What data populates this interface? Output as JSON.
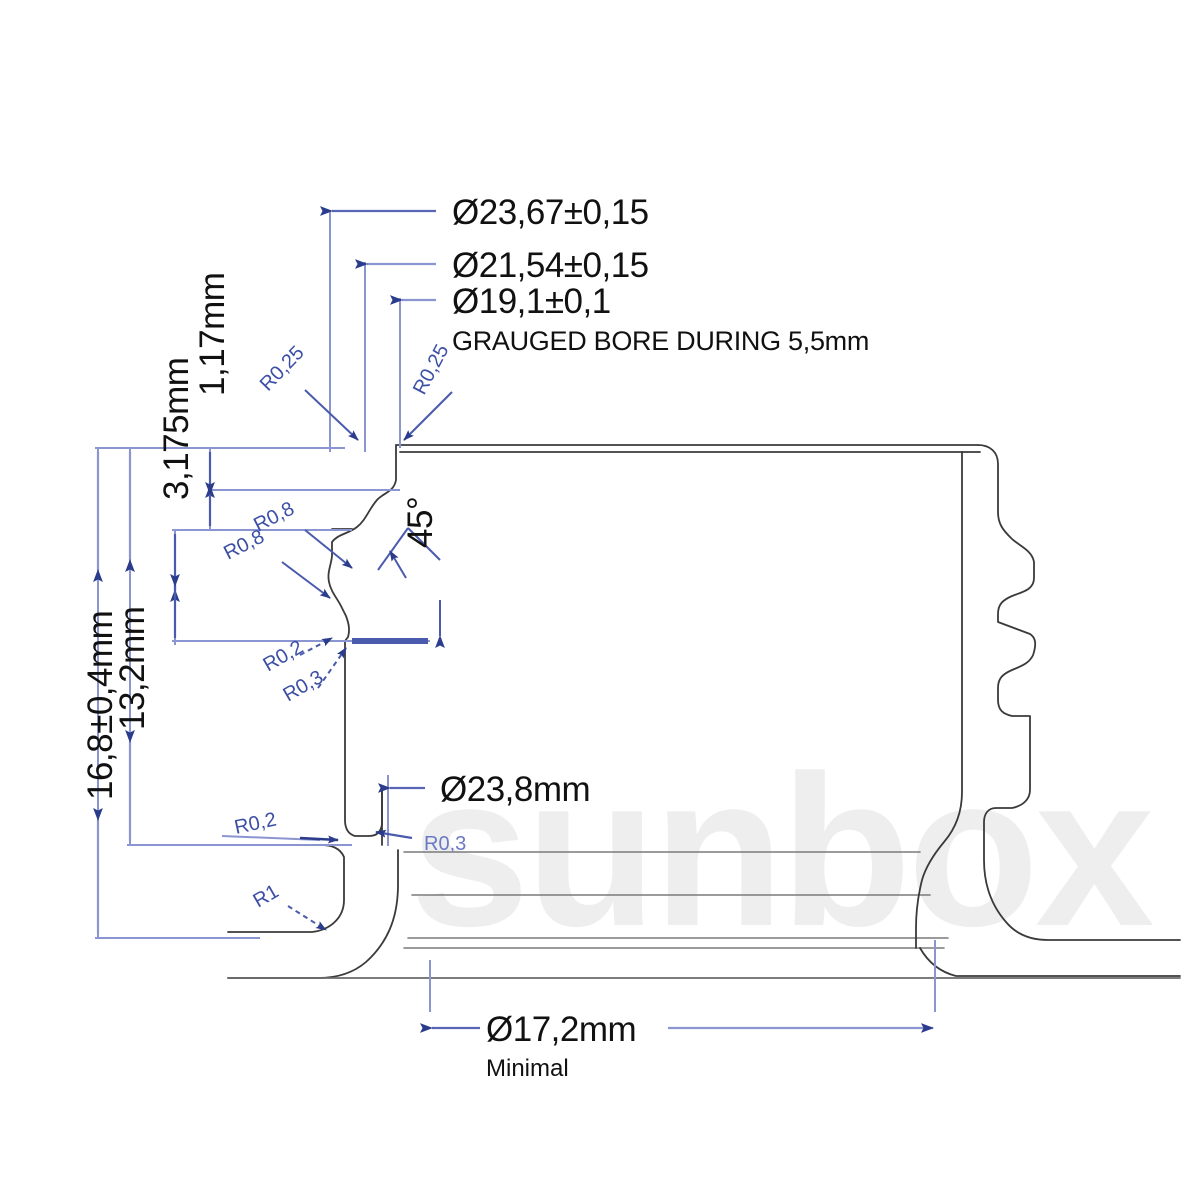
{
  "drawing": {
    "title": "Technical cross-section drawing of bottle neck / bore profile",
    "watermark": "sunbox",
    "units": "mm",
    "colors": {
      "dimension_line": "#8a95d2",
      "arrowhead": "#2b3c8c",
      "radius_label": "#3c4fa5",
      "part_outline": "#3a3a3a",
      "text": "#111111",
      "watermark": "#eeeeee",
      "background": "#ffffff"
    }
  },
  "dimensions": {
    "horizontal_top": [
      {
        "id": "d1",
        "label": "Ø23,67±0,15",
        "value": 23.67,
        "tolerance": 0.15,
        "symbol": "diameter"
      },
      {
        "id": "d2",
        "label": "Ø21,54±0,15",
        "value": 21.54,
        "tolerance": 0.15,
        "symbol": "diameter"
      },
      {
        "id": "d3",
        "label": "Ø19,1±0,1",
        "value": 19.1,
        "tolerance": 0.1,
        "symbol": "diameter"
      }
    ],
    "note_bore": "GRAUGED BORE DURING 5,5mm",
    "horizontal_mid": {
      "id": "d4",
      "label": "Ø23,8mm",
      "value": 23.8,
      "symbol": "diameter"
    },
    "horizontal_bottom": {
      "id": "d5",
      "label": "Ø17,2mm",
      "sublabel": "Minimal",
      "value": 17.2,
      "symbol": "diameter"
    },
    "vertical_left": [
      {
        "id": "v1",
        "label": "16,8±0,4mm",
        "value": 16.8,
        "tolerance": 0.4
      },
      {
        "id": "v2",
        "label": "13,2mm",
        "value": 13.2
      },
      {
        "id": "v3",
        "label": "3,175mm",
        "value": 3.175
      },
      {
        "id": "v4",
        "label": "1,17mm",
        "value": 1.17
      }
    ],
    "angle": {
      "id": "a1",
      "label": "45°",
      "value": 45,
      "unit": "degrees"
    }
  },
  "radii": [
    {
      "id": "r1",
      "label": "R0,25",
      "value": 0.25
    },
    {
      "id": "r2",
      "label": "R0,25",
      "value": 0.25
    },
    {
      "id": "r3",
      "label": "R0,8",
      "value": 0.8
    },
    {
      "id": "r4",
      "label": "R0,8",
      "value": 0.8
    },
    {
      "id": "r5",
      "label": "R0,2",
      "value": 0.2
    },
    {
      "id": "r6",
      "label": "R0,3",
      "value": 0.3
    },
    {
      "id": "r7",
      "label": "R0,2",
      "value": 0.2
    },
    {
      "id": "r8",
      "label": "R0,3",
      "value": 0.3
    },
    {
      "id": "r9",
      "label": "R1",
      "value": 1.0
    }
  ]
}
